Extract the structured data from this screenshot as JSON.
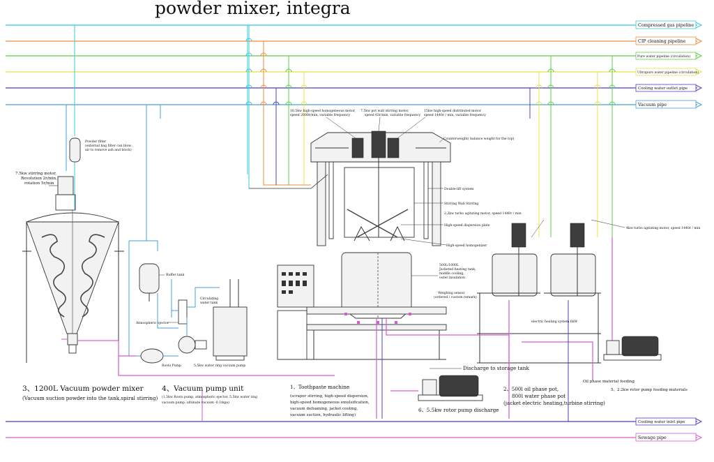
{
  "header": {
    "title_fragment": "powder mixer, integra"
  },
  "pipelines": {
    "compressed_gas": "Compressed gas pipeline",
    "cip": "CIP cleaning pipeline",
    "pure_water": "Pure water pipeline (circulation)",
    "ultrapure_water": "Ultrapure water pipeline (circulation)",
    "cooling_outlet": "Cooling water outlet pipe",
    "vacuum": "Vacuum pipe",
    "cooling_inlet": "Cooling water inlet pipe",
    "sewage": "Sewage pipe"
  },
  "pipeline_colors": {
    "compressed_gas": "#35c8dc",
    "cip": "#ef8a3a",
    "pure_water": "#5bcf45",
    "ultrapure_water": "#e8e04a",
    "cooling": "#4b3fc8",
    "vacuum": "#4a9fd4",
    "process": "#d65ad0"
  },
  "annotations": {
    "motor_homog": "18.5kw high-speed homogeneous motor,",
    "motor_homog_2": "speed 2000r/min, variable frequency",
    "motor_wall": "7.5kw pot wall stirring motor,",
    "motor_wall_2": "speed 63r/min, variable frequency",
    "motor_disp": "15kw high-speed distributed motor",
    "motor_disp_2": "speed 1440r / min, variable frequency",
    "counterweight": "Counterweight( balance weight for the top)",
    "double_lift": "Double-lift system",
    "wall_stirring": "Stirring Wall Stirring",
    "turbo_motor_1": "2.2kw turbo agitating motor, speed 1440r / min",
    "disp_plate": "High-speed dispersion plate",
    "turbo_motor_2": "4kw turbo agitating motor, speed 1440r / min",
    "homogenizer": "High-speed homogenizer",
    "tank_500": "500L/1000L",
    "tank_500_2": "Jacketed heating tank,",
    "tank_500_3": "middle cooling,",
    "tank_500_4": "outer insulation",
    "weighing": "Weighing sensor",
    "weighing_2": "(ordered / custom remark)",
    "heating_6kw": "electric heating system 6kW",
    "powder_filter": "Powder filter",
    "powder_filter_2": "(external bag filter can blow",
    "powder_filter_3": "air to remove ash and block)",
    "mixer_motor": "7.5kw stirring motor,",
    "mixer_motor_2": "Revolution 2r/min,",
    "mixer_motor_3": "rotation 5r/min",
    "buffer_tank": "Buffer tank",
    "atm_ejector": "Atmospheric ejector",
    "circ_tank": "Circulating",
    "circ_tank_2": "water tank",
    "roots_pump": "Roots Pump",
    "water_ring": "5.5kw water ring vacuum pump",
    "discharge": "Discharge to storage tank",
    "oil_feeding": "Oil phase material feeding"
  },
  "captions": {
    "c3_title": "3、1200L Vacuum powder mixer",
    "c3_sub": "(Vacuum suction powder into the tank,spiral stirring)",
    "c4_title": "4、Vacuum pump unit",
    "c4_sub1": "(1.5kw Roots pump, atmospheric ejector, 5.5kw water ring",
    "c4_sub2": "vacuum pump, ultimate vacuum -0.1mpa)",
    "c1_title": "1、Toothpaste machine",
    "c1_l1": "(scraper stirring, high-speed dispersion,",
    "c1_l2": "high-speed homogeneous emulsification,",
    "c1_l3": "vacuum defoaming, jacket cooling,",
    "c1_l4": "vacuum suction, hydraulic lifting)",
    "c6_title": "6、5.5kw rotor pump discharge",
    "c2_title": "2、500l oil phase pot,",
    "c2_l2": "800l water phase pot",
    "c2_l3": "(jacket electric heating,turbine stirring)",
    "c5_title": "5、2.2kw rotor pump feeding materials"
  }
}
